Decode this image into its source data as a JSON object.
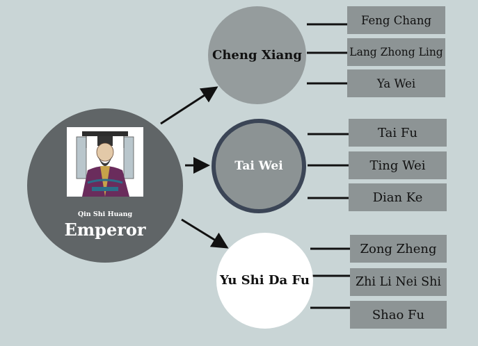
{
  "emperor": {
    "subtitle": "Qin Shi Huang",
    "title": "Emperor"
  },
  "officials": [
    {
      "name": "Cheng Xiang",
      "subordinates": [
        "Feng Chang",
        "Lang Zhong Ling",
        "Ya Wei"
      ]
    },
    {
      "name": "Tai Wei",
      "subordinates": [
        "Tai Fu",
        "Ting Wei",
        "Dian Ke"
      ]
    },
    {
      "name": "Yu Shi Da Fu",
      "subordinates": [
        "Zong Zheng",
        "Zhi Li Nei Shi",
        "Shao Fu"
      ]
    }
  ],
  "colors": {
    "background": "#c9d5d6",
    "emperor_circle": "#606567",
    "official_gray": "#959c9d",
    "tai_wei_ring": "#3b4556",
    "yu_shi_circle": "#ffffff",
    "box_fill": "#8d9495"
  }
}
